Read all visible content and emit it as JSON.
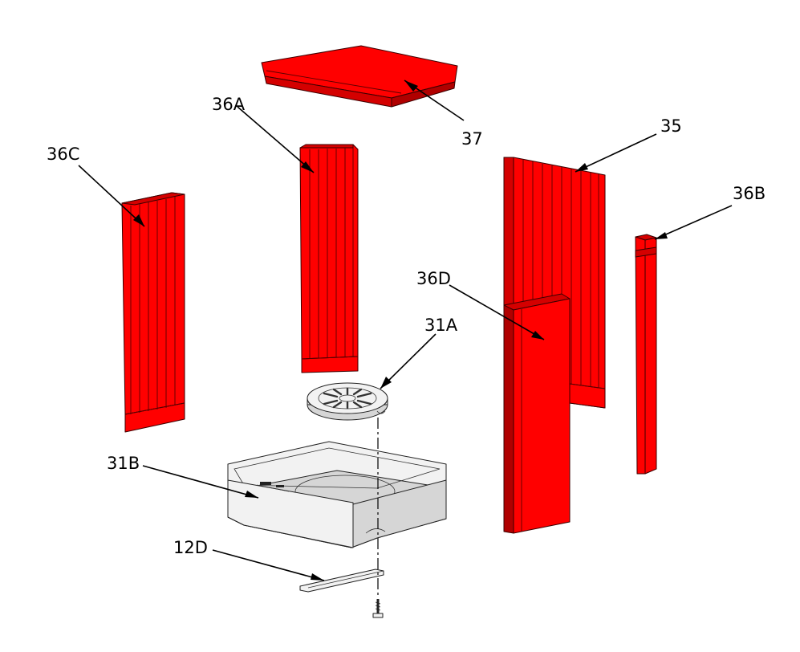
{
  "colors": {
    "brick": "#ff0000",
    "brick_side": "#d40000",
    "brick_shadow": "#b00000",
    "metal": "#f2f2f2",
    "metal_shade": "#d6d6d6",
    "line": "#000000"
  },
  "parts": [
    {
      "id": "p37",
      "label": "37"
    },
    {
      "id": "p36A",
      "label": "36A"
    },
    {
      "id": "p35",
      "label": "35"
    },
    {
      "id": "p36C",
      "label": "36C"
    },
    {
      "id": "p36B",
      "label": "36B"
    },
    {
      "id": "p36D",
      "label": "36D"
    },
    {
      "id": "p31A",
      "label": "31A"
    },
    {
      "id": "p31B",
      "label": "31B"
    },
    {
      "id": "p12D",
      "label": "12D"
    }
  ]
}
